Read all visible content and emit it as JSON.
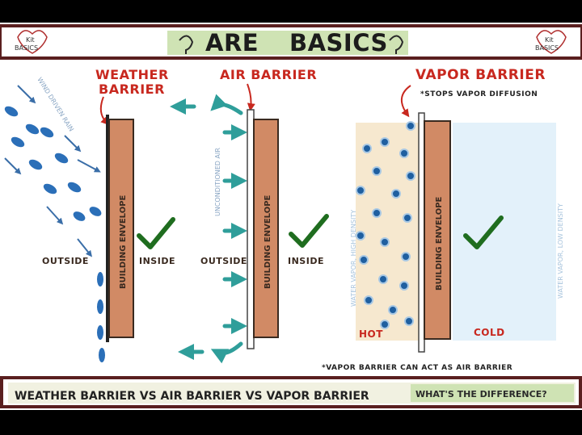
{
  "header": {
    "title_left": "ARE",
    "title_right": "BASICS",
    "logo_left_line1": "Kit",
    "logo_left_line2": "BASICS",
    "logo_right_line1": "Kit",
    "logo_right_line2": "BASICS"
  },
  "panel_weather": {
    "title_line1": "WEATHER",
    "title_line2": "BARRIER",
    "rain_label": "WIND DRIVEN RAIN",
    "wall_label": "BUILDING ENVELOPE",
    "outside": "OUTSIDE",
    "inside": "INSIDE"
  },
  "panel_air": {
    "title": "AIR BARRIER",
    "air_label": "UNCONDITIONED AIR",
    "wall_label": "BUILDING ENVELOPE",
    "outside": "OUTSIDE",
    "inside": "INSIDE"
  },
  "panel_vapor": {
    "title": "VAPOR BARRIER",
    "subtitle": "*STOPS VAPOR DIFFUSION",
    "high_label": "WATER VAPOR, HIGH DENSITY",
    "low_label": "WATER VAPOR, LOW DENSITY",
    "wall_label": "BUILDING ENVELOPE",
    "hot": "HOT",
    "cold": "COLD",
    "note": "*VAPOR BARRIER CAN ACT AS AIR BARRIER"
  },
  "footer": {
    "main": "WEATHER BARRIER VS AIR BARRIER VS VAPOR BARRIER",
    "sub": "WHAT'S THE DIFFERENCE?"
  },
  "colors": {
    "frame": "#5a1f1f",
    "banner": "#cfe3b4",
    "brick": "#d18a65",
    "red_text": "#c8281f",
    "teal": "#2f9e9a",
    "rain": "#2b6fb8",
    "check": "#1f6d1f",
    "hot_fill": "#f6e8cf",
    "cold_fill": "#e3f1fa",
    "dot": "#1f5fa0"
  }
}
